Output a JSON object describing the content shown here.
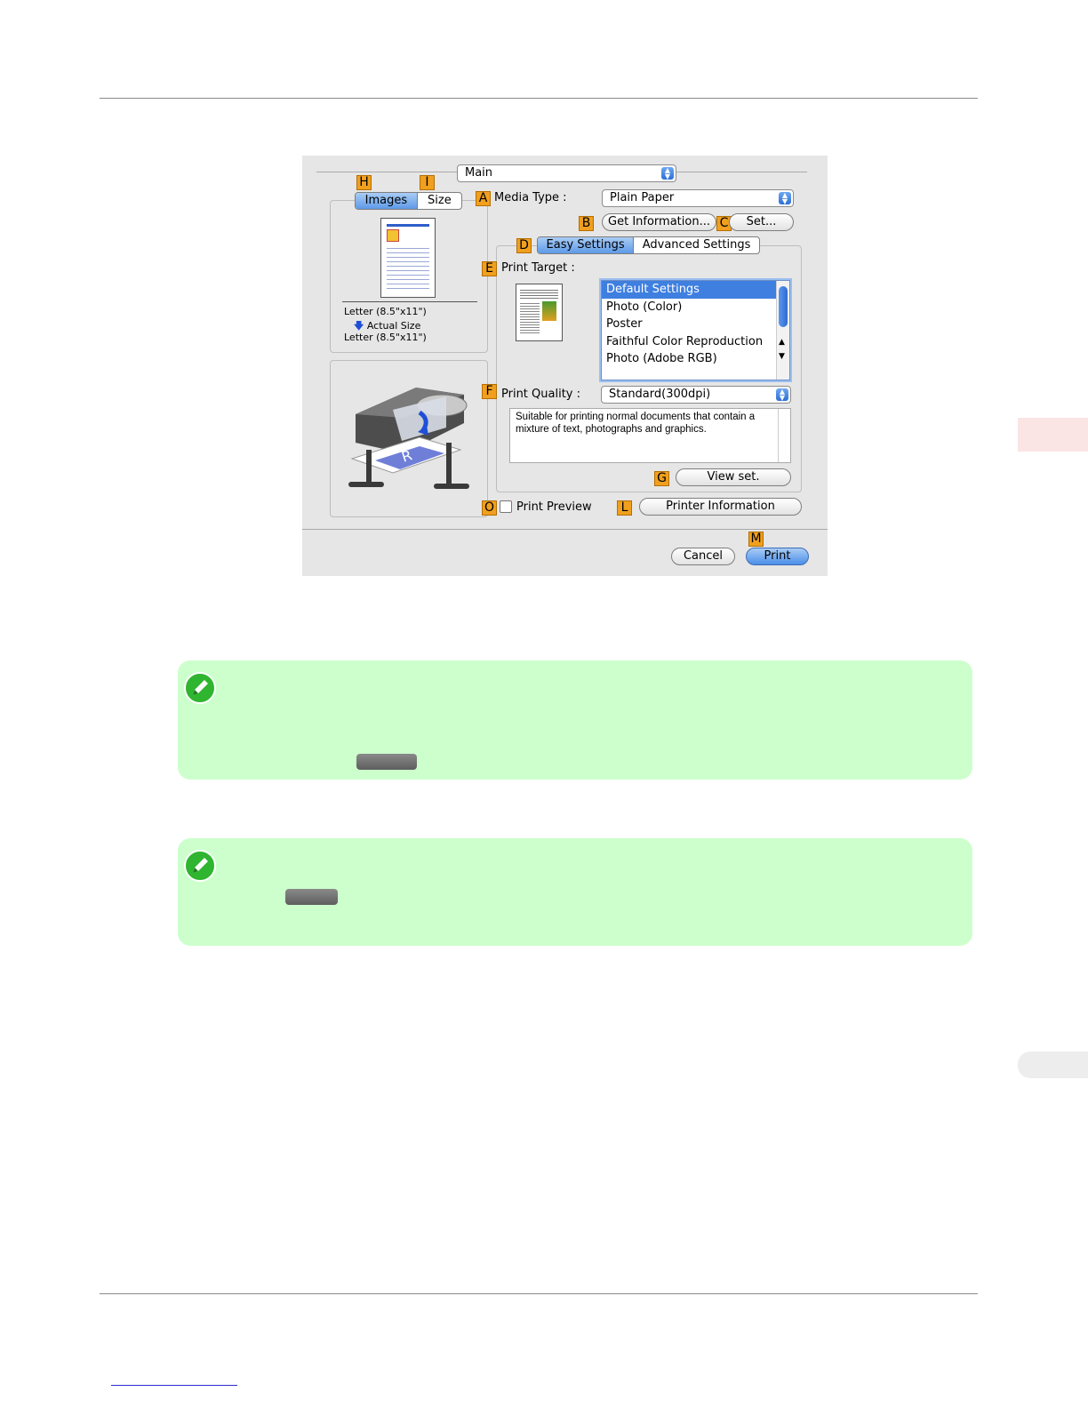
{
  "dialog": {
    "main_popup": "Main",
    "media_type_label": "Media Type :",
    "media_type_value": "Plain Paper",
    "get_information": "Get Information...",
    "set": "Set...",
    "tab_images": "Images",
    "tab_size": "Size",
    "tab_easy": "Easy Settings",
    "tab_advanced": "Advanced Settings",
    "print_target_label": "Print Target :",
    "print_targets": [
      "Default Settings",
      "Photo (Color)",
      "Poster",
      "Faithful Color Reproduction",
      "Photo (Adobe RGB)"
    ],
    "selected_target": "Default Settings",
    "size_from": "Letter (8.5\"x11\")",
    "size_mode": "Actual Size",
    "size_to": "Letter (8.5\"x11\")",
    "print_quality_label": "Print Quality :",
    "print_quality_value": "Standard(300dpi)",
    "description": "Suitable for printing normal documents that contain a mixture of text, photographs and graphics.",
    "view_set": "View set.",
    "print_preview": "Print Preview",
    "printer_information": "Printer Information",
    "cancel": "Cancel",
    "print": "Print",
    "callouts": {
      "a": "A",
      "b": "B",
      "c": "C",
      "d": "D",
      "e": "E",
      "f": "F",
      "g": "G",
      "h": "H",
      "i": "I",
      "l": "L",
      "m": "M",
      "o": "O"
    }
  },
  "colors": {
    "note_bg": "#ccffcc",
    "side_tab": "#fbe4e4",
    "callout": "#f0a01e",
    "selection": "#3e7fe0"
  },
  "icons": {
    "note": "pencil-note-icon",
    "arrow": "down-arrow-icon"
  }
}
